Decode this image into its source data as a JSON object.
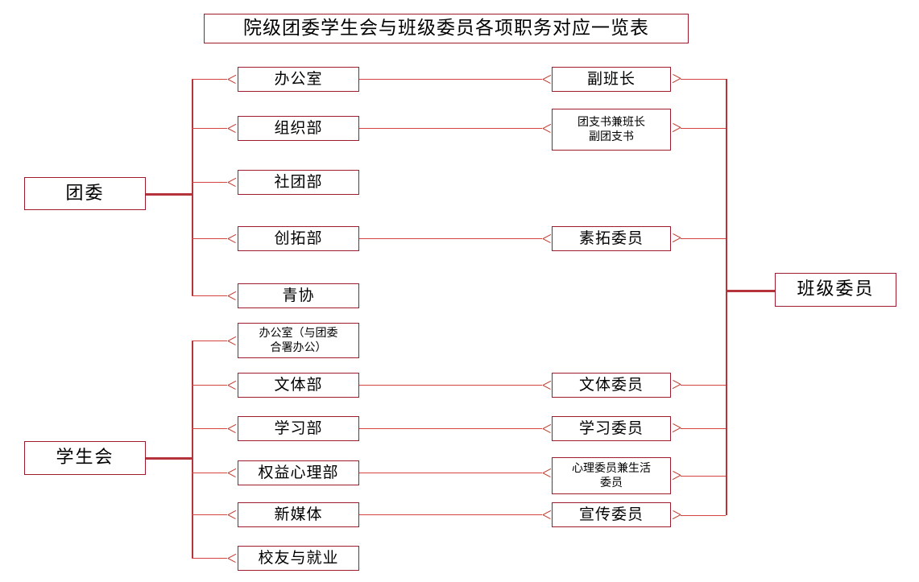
{
  "title": {
    "text": "院级团委学生会与班级委员各项职务对应一览表"
  },
  "roots": {
    "youth_league": "团委",
    "student_union": "学生会",
    "class_committee": "班级委员"
  },
  "league_departments": [
    {
      "label": "办公室"
    },
    {
      "label": "组织部"
    },
    {
      "label": "社团部"
    },
    {
      "label": "创拓部"
    },
    {
      "label": "青协"
    }
  ],
  "union_departments": [
    {
      "line1": "办公室（与团委",
      "line2": "合署办公）"
    },
    {
      "label": "文体部"
    },
    {
      "label": "学习部"
    },
    {
      "label": "权益心理部"
    },
    {
      "label": "新媒体"
    },
    {
      "label": "校友与就业"
    }
  ],
  "class_roles": [
    {
      "label": "副班长"
    },
    {
      "line1": "团支书兼班长",
      "line2": "副团支书"
    },
    {
      "label": "素拓委员"
    },
    {
      "label": "文体委员"
    },
    {
      "label": "学习委员"
    },
    {
      "line1": "心理委员兼生活",
      "line2": "委员"
    },
    {
      "label": "宣传委员"
    }
  ],
  "colors": {
    "border": "#9d1b2e",
    "connector": "#d4453f",
    "trunk": "#b5333a",
    "arrow": "#c0392b",
    "background": "#ffffff"
  }
}
